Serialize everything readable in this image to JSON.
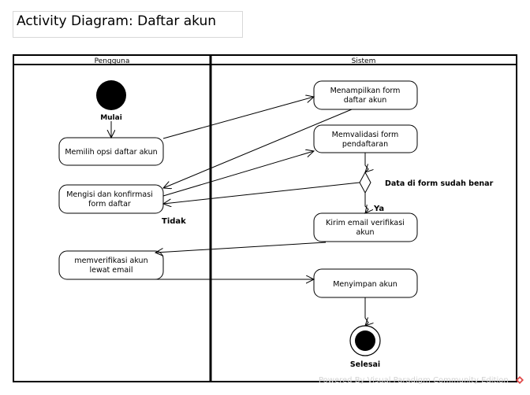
{
  "diagram": {
    "title": "Activity Diagram: Daftar akun",
    "lanes": {
      "user": "Pengguna",
      "system": "Sistem"
    },
    "nodes": {
      "start": "Mulai",
      "choose_register": "Memilih opsi daftar akun",
      "fill_form_line1": "Mengisi dan konfirmasi",
      "fill_form_line2": "form daftar",
      "verify_email_line1": "memverifikasi akun",
      "verify_email_line2": "lewat email",
      "show_form_line1": "Menampilkan form",
      "show_form_line2": "daftar akun",
      "validate_line1": "Memvalidasi form",
      "validate_line2": "pendaftaran",
      "send_email_line1": "Kirim email verifikasi",
      "send_email_line2": "akun",
      "save_account": "Menyimpan akun",
      "end": "Selesai"
    },
    "decision": {
      "condition": "Data di form sudah benar",
      "yes": "Ya",
      "no": "Tidak"
    }
  },
  "footer": {
    "watermark": "Powered By Visual Paradigm Community Edition"
  }
}
